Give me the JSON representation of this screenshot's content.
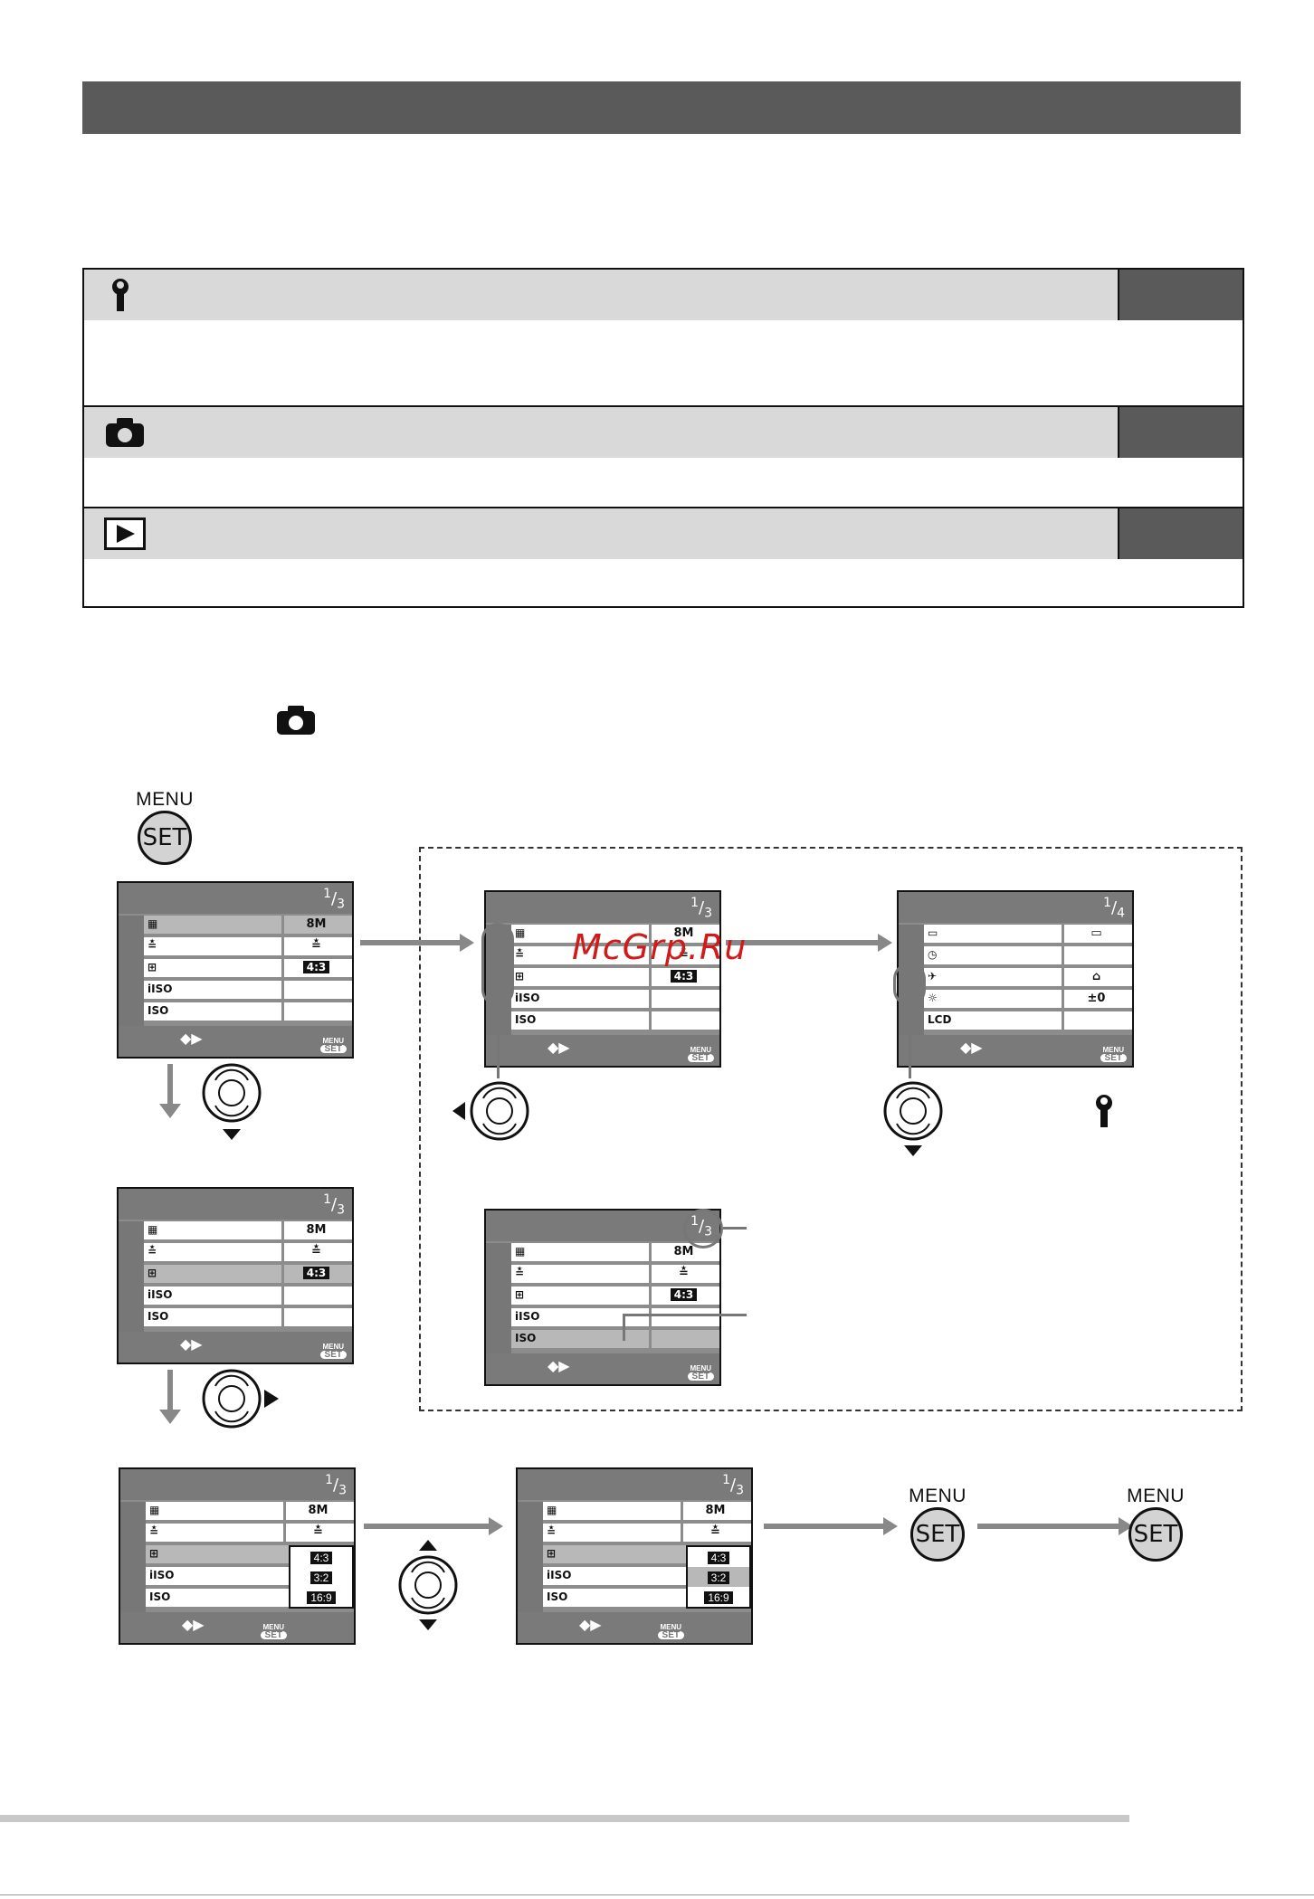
{
  "watermark": "McGrp.Ru",
  "menu_buttons": [
    {
      "top": "MENU",
      "circle": "SET"
    },
    {
      "top": "MENU",
      "circle": "SET"
    },
    {
      "top": "MENU",
      "circle": "SET"
    }
  ],
  "icons": {
    "setup": "wrench-icon",
    "rec": "camera-icon",
    "play": "play-icon",
    "dial": "cursor-dial-icon"
  },
  "screens": {
    "page_1_3": {
      "num": "1",
      "den": "3"
    },
    "page_1_4": {
      "num": "1",
      "den": "4"
    },
    "menu_label": "MENU",
    "set_label": "SET",
    "nav_arrows": "◆▶"
  },
  "rec_values": {
    "size": "8M",
    "quality": "≛",
    "aspect": "4:3",
    "aspect_options": [
      "4:3",
      "3:2",
      "16:9"
    ]
  },
  "setup_values": {
    "battery": "▭",
    "home": "⌂",
    "brightness": "±0"
  },
  "colors": {
    "title_bar": "#5a5a5a",
    "table_header": "#d9d9d9",
    "screen_bg": "#8c8c8c",
    "watermark": "#d11a1a"
  }
}
